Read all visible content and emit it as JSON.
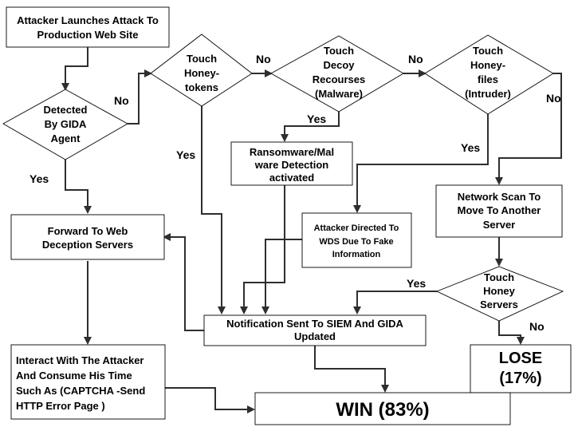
{
  "nodes": {
    "start": [
      "Attacker Launches Attack To",
      "Production Web Site"
    ],
    "gida": [
      "Detected",
      "By GIDA",
      "Agent"
    ],
    "honey_tokens": [
      "Touch",
      "Honey-",
      "tokens"
    ],
    "decoy": [
      "Touch",
      "Decoy",
      "Recourses",
      "(Malware)"
    ],
    "honey_files": [
      "Touch",
      "Honey-",
      "files",
      "(Intruder)"
    ],
    "ransomware": [
      "Ransomware/Mal",
      "ware Detection",
      "activated"
    ],
    "forward": [
      "Forward To Web",
      "Deception Servers"
    ],
    "wds": [
      "Attacker Directed To",
      "WDS Due To Fake",
      "Information"
    ],
    "network_scan": [
      "Network Scan To",
      "Move To Another",
      "Server"
    ],
    "honey_servers": [
      "Touch",
      "Honey",
      "Servers"
    ],
    "notification": [
      "Notification Sent To SIEM And GIDA",
      "Updated"
    ],
    "interact": [
      "Interact  With The Attacker",
      "And Consume His Time",
      "Such As (CAPTCHA -Send",
      "HTTP Error Page )"
    ],
    "lose": [
      "LOSE",
      "(17%)"
    ],
    "win": [
      "WIN (83%)"
    ]
  },
  "edge_labels": {
    "gida_no": "No",
    "gida_yes": "Yes",
    "tokens_no": "No",
    "tokens_yes": "Yes",
    "decoy_no": "No",
    "decoy_yes": "Yes",
    "files_no": "No",
    "files_yes": "Yes",
    "servers_yes": "Yes",
    "servers_no": "No"
  }
}
